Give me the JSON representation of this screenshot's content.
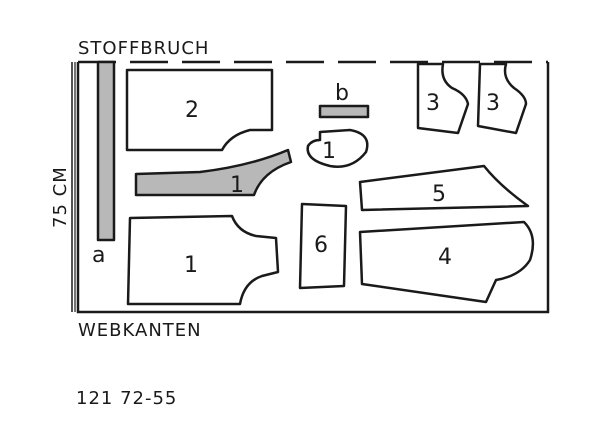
{
  "header": {
    "fold_label": "STOFFBRUCH"
  },
  "footer": {
    "selvage_label": "WEBKANTEN",
    "pattern_number": "121 72-55"
  },
  "dimension": {
    "width_label": "75 CM"
  },
  "pieces": {
    "a": "a",
    "b": "b",
    "p2": "2",
    "p1_top": "1",
    "p1_facing": "1",
    "p1_bottom": "1",
    "p3_left": "3",
    "p3_right": "3",
    "p5": "5",
    "p6": "6",
    "p4": "4"
  },
  "colors": {
    "line": "#1a1a1a",
    "shade": "#b8b8b8",
    "background": "#ffffff"
  }
}
